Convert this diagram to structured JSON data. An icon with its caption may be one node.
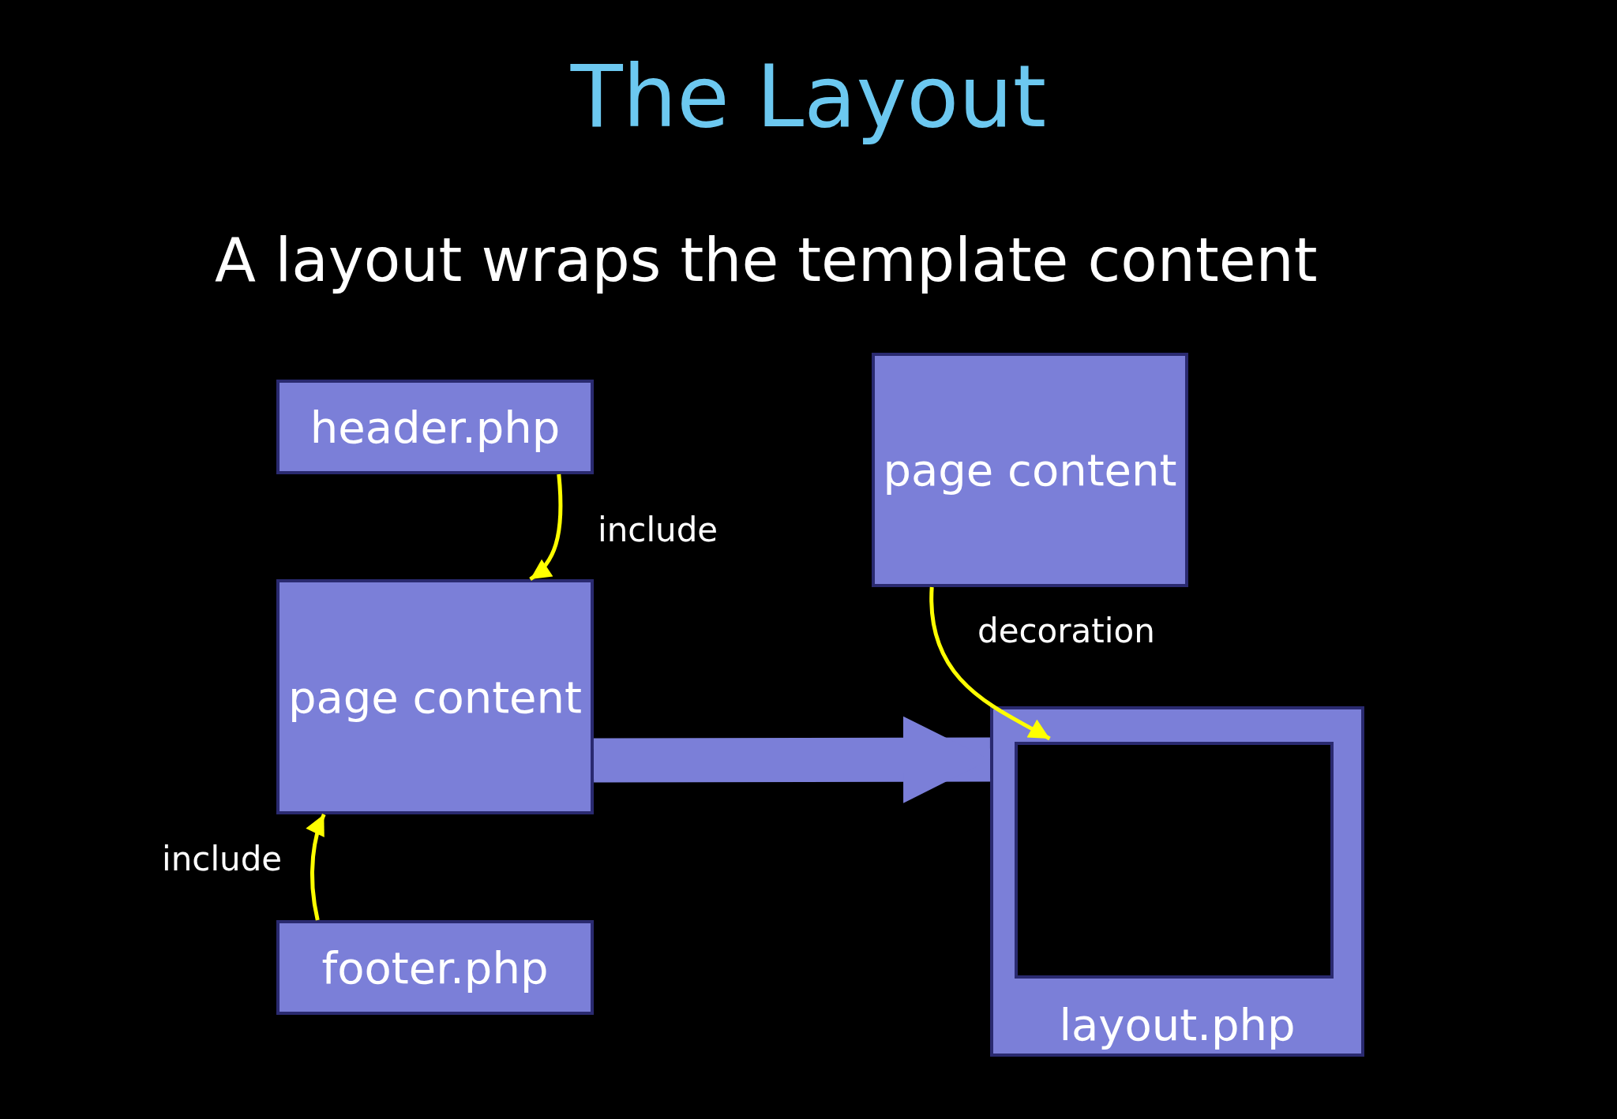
{
  "diagram": {
    "title": "The Layout",
    "nodes": [
      {
        "text": [
          "header.php"
        ]
      },
      {
        "text": [
          "page content"
        ]
      },
      {
        "text": [
          "footer.php"
        ]
      },
      {
        "text": [
          "page content"
        ]
      },
      {
        "text": [
          "layout.php"
        ]
      },
      {
        "text": [],
        "shape": "box",
        "in": 4
      }
    ],
    "edges": [
      {
        "from": 0,
        "to": 1,
        "arrow": "to",
        "label": "include"
      },
      {
        "from": 2,
        "to": 1,
        "arrow": "to",
        "label": "include"
      },
      {
        "from": 1,
        "to": 4,
        "arrow": "to",
        "style": "thick",
        "color": "#7b7fd8"
      },
      {
        "from": 3,
        "to": 5,
        "arrow": "to",
        "label": "decoration"
      }
    ],
    "labels": [
      "A layout wraps the template content"
    ]
  }
}
